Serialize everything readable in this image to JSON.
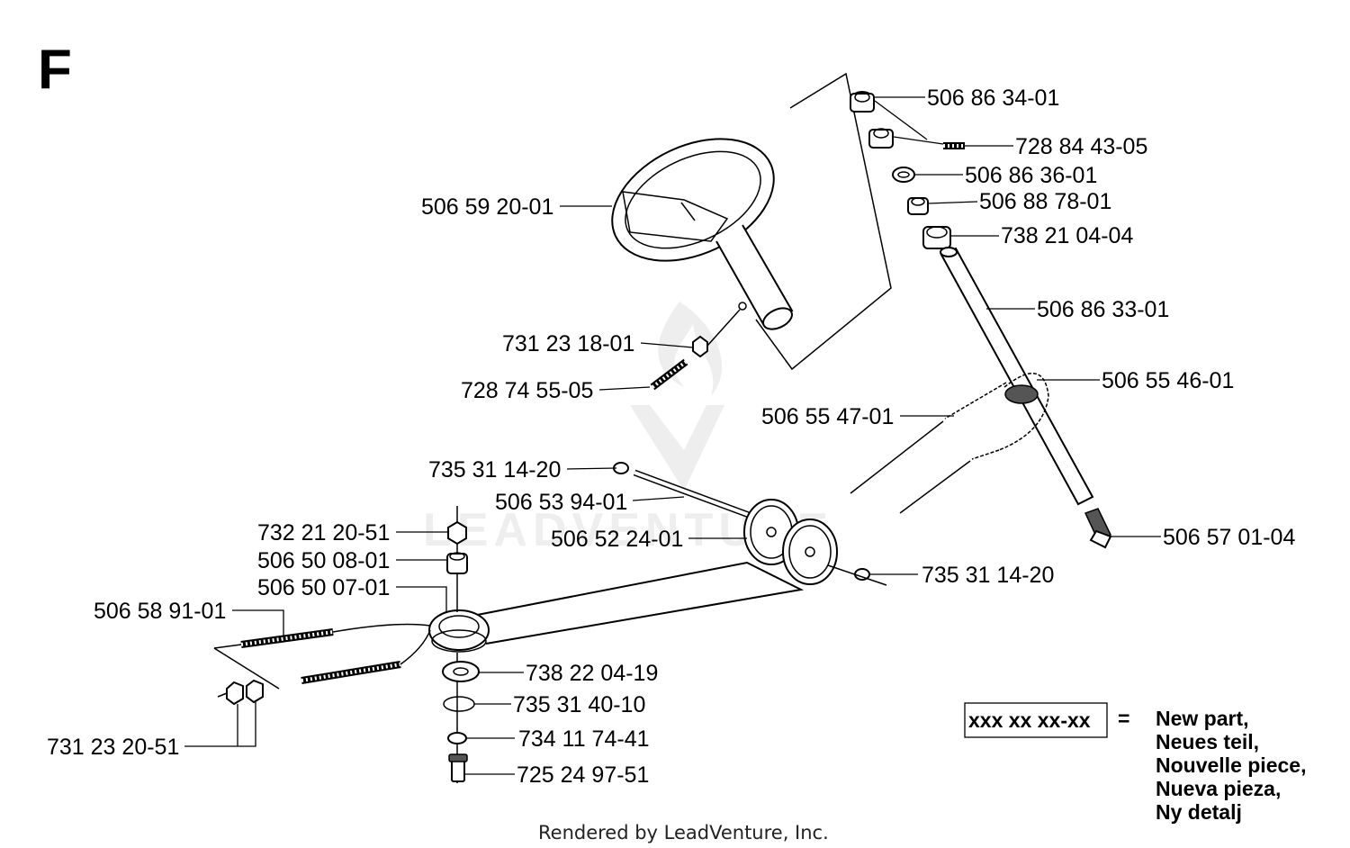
{
  "section": "F",
  "watermark_text": "LEADVENTURE",
  "footer": "Rendered by LeadVenture, Inc.",
  "legend": {
    "code": "xxx xx xx-xx",
    "equals": "=",
    "lines": [
      "New part,",
      "Neues teil,",
      "Nouvelle piece,",
      "Nueva pieza,",
      "Ny detalj"
    ]
  },
  "parts": {
    "p1": "506 86 34-01",
    "p2": "728 84 43-05",
    "p3": "506 86 36-01",
    "p4": "506 88 78-01",
    "p5": "738 21 04-04",
    "p6": "506 86 33-01",
    "p7": "506 55 46-01",
    "p8": "506 59 20-01",
    "p9": "731 23 18-01",
    "p10": "728 74 55-05",
    "p11": "506 55 47-01",
    "p12": "735 31 14-20",
    "p13": "506 53 94-01",
    "p14": "732 21 20-51",
    "p15": "506 52 24-01",
    "p16": "506 57 01-04",
    "p17": "506 50 08-01",
    "p18": "735 31 14-20",
    "p19": "506 50 07-01",
    "p20": "506 58 91-01",
    "p21": "738 22 04-19",
    "p22": "735 31 40-10",
    "p23": "734 11 74-41",
    "p24": "731 23 20-51",
    "p25": "725 24 97-51"
  }
}
